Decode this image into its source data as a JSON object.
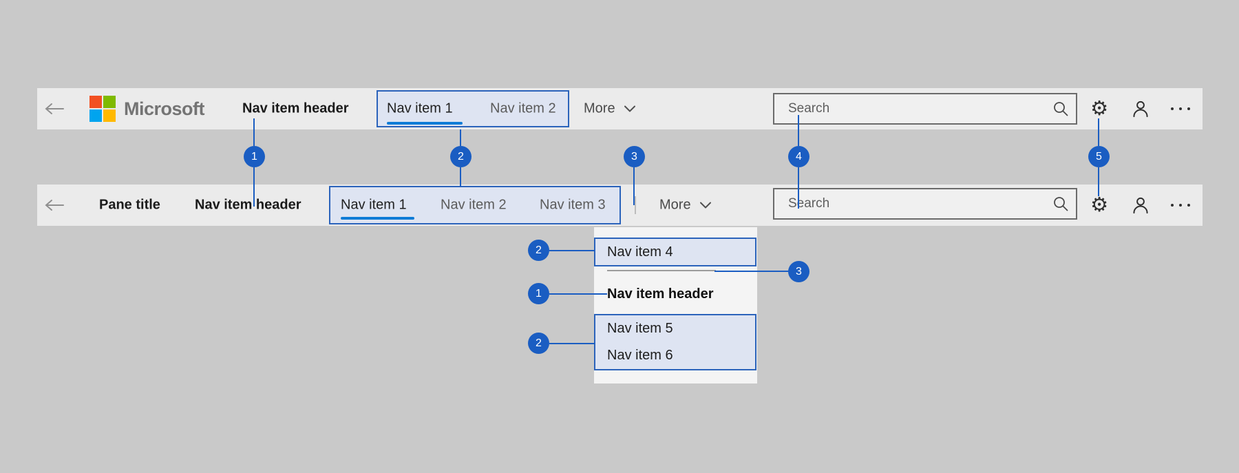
{
  "colors": {
    "page_bg": "#c9c9c9",
    "bar_bg": "#ebebeb",
    "panel_bg": "#f4f4f4",
    "highlight_fill": "#dee4f2",
    "highlight_border": "#2b63bb",
    "selected_underline": "#0f7cd6",
    "callout_blue": "#1a5dc2",
    "ms_red": "#f25022",
    "ms_green": "#7fba00",
    "ms_blue": "#00a4ef",
    "ms_yellow": "#ffb900"
  },
  "top_bar": {
    "brand": "Microsoft",
    "nav_item_header": "Nav item header",
    "nav_items": [
      {
        "label": "Nav item 1",
        "selected": true
      },
      {
        "label": "Nav item 2",
        "selected": false
      }
    ],
    "more_label": "More",
    "search_placeholder": "Search"
  },
  "pane_bar": {
    "pane_title": "Pane title",
    "nav_item_header": "Nav item header",
    "nav_items": [
      {
        "label": "Nav item 1",
        "selected": true
      },
      {
        "label": "Nav item 2",
        "selected": false
      },
      {
        "label": "Nav item 3",
        "selected": false
      }
    ],
    "more_label": "More",
    "search_placeholder": "Search"
  },
  "dropdown": {
    "item_4": "Nav item 4",
    "nav_item_header": "Nav item header",
    "item_5": "Nav item 5",
    "item_6": "Nav item 6"
  },
  "callouts": {
    "n1": "1",
    "n2": "2",
    "n3": "3",
    "n4": "4",
    "n5": "5"
  }
}
